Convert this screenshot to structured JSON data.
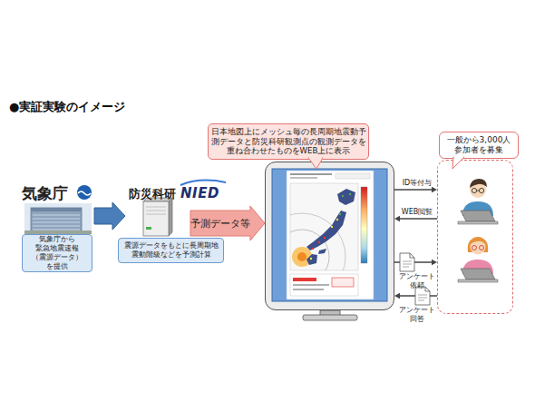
{
  "diagram": {
    "title": "●実証実験のイメージ",
    "nodes": [
      {
        "text": [
          "気象庁",
          "気象庁から 緊急地震速報 （震源データ） を提供"
        ]
      },
      {
        "text": [
          "防災科研",
          "震源データをもとに長周期地 震動階級などを予測計算"
        ]
      },
      {
        "text": [
          "日本地図上にメッシュ毎の長周期地震動予 測データと防災科研観測点の観測データを 重ね合わせたものをWEB上に表示"
        ]
      },
      {
        "text": [
          "一般から3,000人 参加者を募集"
        ]
      }
    ],
    "edges": [
      {
        "from": 0,
        "to": 1,
        "arrow": "to"
      },
      {
        "from": 1,
        "to": 2,
        "label": "予測データ等",
        "arrow": "to"
      },
      {
        "from": 2,
        "to": 3,
        "label": "ID等付与",
        "arrow": "to"
      },
      {
        "from": 3,
        "to": 2,
        "label": "WEB閲覧",
        "arrow": "to"
      },
      {
        "from": 2,
        "to": 3,
        "label": "アンケート 依頼",
        "arrow": "to"
      },
      {
        "from": 3,
        "to": 2,
        "label": "アンケート 回答",
        "arrow": "to"
      }
    ],
    "labels": [
      "NIED"
    ]
  }
}
